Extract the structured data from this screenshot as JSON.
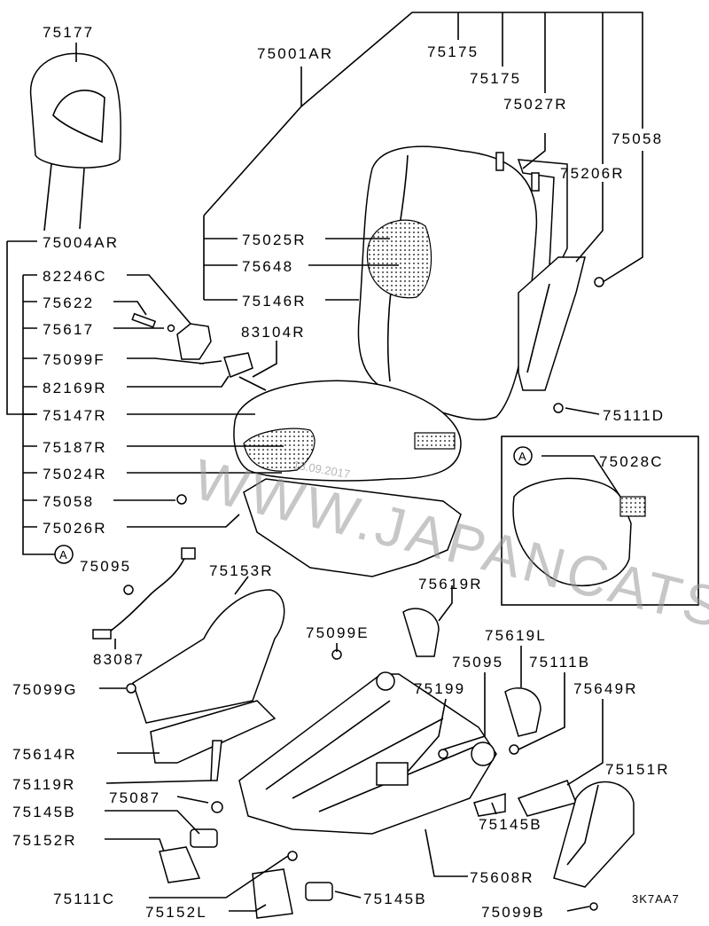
{
  "diagram": {
    "code": "3K7AA7",
    "callout_letter": "A",
    "watermark": "WWW.JAPANCATS.RU",
    "watermark_date": "13.09.2017",
    "labels": {
      "l75177": "75177",
      "l75001AR": "75001AR",
      "l75175a": "75175",
      "l75175b": "75175",
      "l75027R": "75027R",
      "l75058a": "75058",
      "l75206R": "75206R",
      "l75004AR": "75004AR",
      "l75025R": "75025R",
      "l75648": "75648",
      "l75146R": "75146R",
      "l82246C": "82246C",
      "l75622": "75622",
      "l75617": "75617",
      "l83104R": "83104R",
      "l75099F": "75099F",
      "l82169R": "82169R",
      "l75147R": "75147R",
      "l75111D": "75111D",
      "l75187R": "75187R",
      "l75024R": "75024R",
      "l75028C": "75028C",
      "l75058b": "75058",
      "l75026R": "75026R",
      "l75095a": "75095",
      "l75153R": "75153R",
      "l75619R": "75619R",
      "l83087": "83087",
      "l75099E": "75099E",
      "l75619L": "75619L",
      "l75095b": "75095",
      "l75111B": "75111B",
      "l75099G": "75099G",
      "l75199": "75199",
      "l75649R": "75649R",
      "l75614R": "75614R",
      "l75151R": "75151R",
      "l75119R": "75119R",
      "l75087": "75087",
      "l75145Ba": "75145B",
      "l75152R": "75152R",
      "l75145Bb": "75145B",
      "l75608R": "75608R",
      "l75111C": "75111C",
      "l75145Bc": "75145B",
      "l75152L": "75152L",
      "l75099B": "75099B"
    }
  }
}
